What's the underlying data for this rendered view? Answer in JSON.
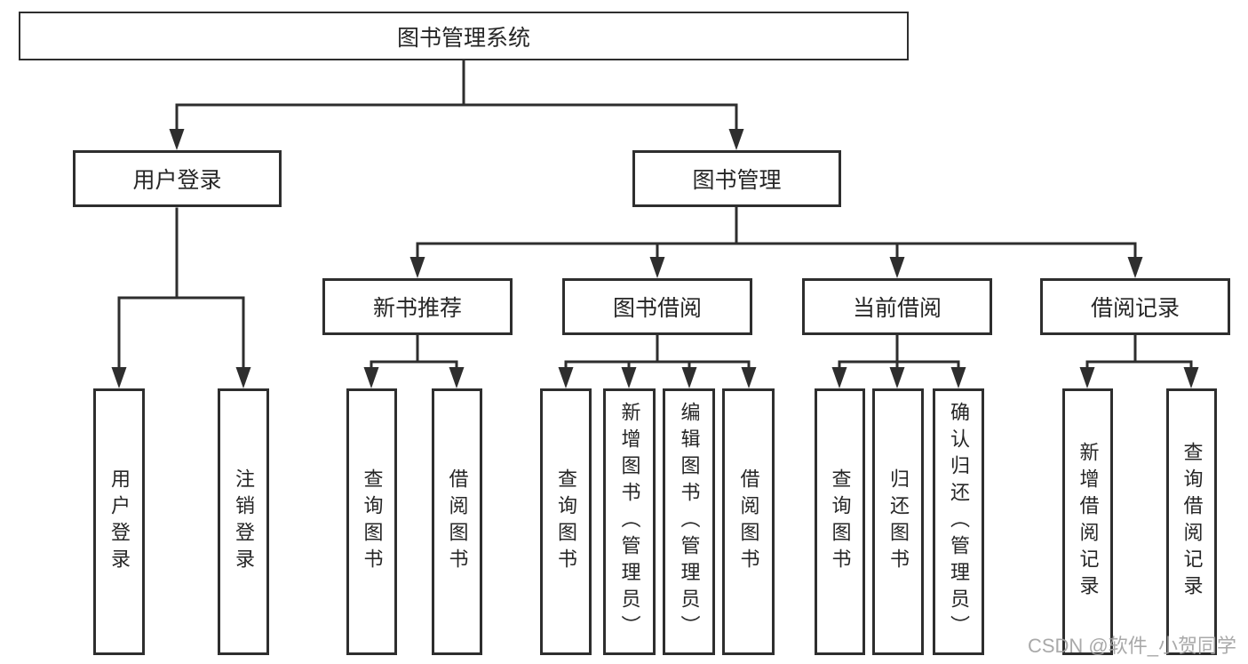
{
  "diagram": {
    "root": {
      "label": "图书管理系统"
    },
    "level2": [
      {
        "label": "用户登录"
      },
      {
        "label": "图书管理"
      }
    ],
    "level3": [
      {
        "label": "新书推荐"
      },
      {
        "label": "图书借阅"
      },
      {
        "label": "当前借阅"
      },
      {
        "label": "借阅记录"
      }
    ],
    "leaves": {
      "user_login": [
        "用户登录",
        "注销登录"
      ],
      "new_book": [
        "查询图书",
        "借阅图书"
      ],
      "book_borrow": [
        "查询图书",
        "新增图书（管理员）",
        "编辑图书（管理员）",
        "借阅图书"
      ],
      "current_borrow": [
        "查询图书",
        "归还图书",
        "确认归还（管理员）"
      ],
      "borrow_records": [
        "新增借阅记录",
        "查询借阅记录"
      ]
    }
  },
  "watermark": {
    "text": "CSDN @软件_小贺同学"
  },
  "colors": {
    "line": "#2e2e2e",
    "text": "#262626",
    "watermark": "#a2a2a2",
    "background": "#ffffff"
  }
}
